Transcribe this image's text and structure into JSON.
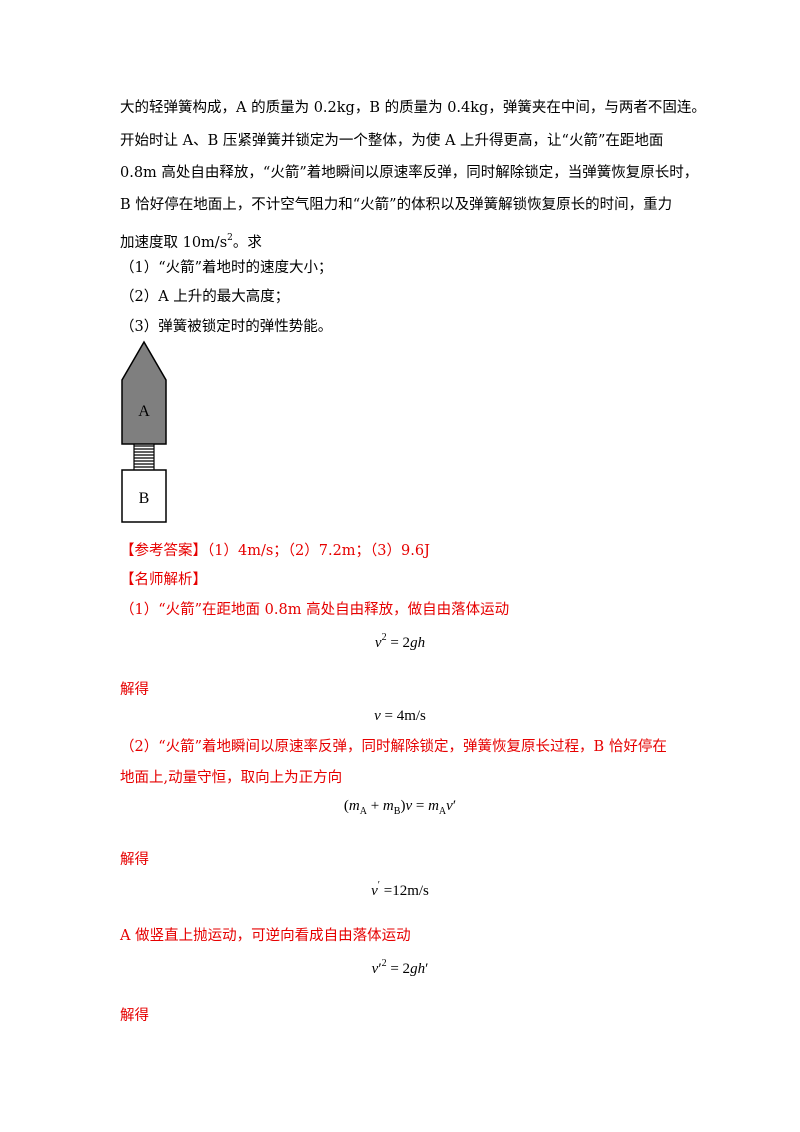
{
  "problem": {
    "lines": [
      "大的轻弹簧构成，A 的质量为 0.2kg，B 的质量为 0.4kg，弹簧夹在中间，与两者不固连。",
      "开始时让 A、B 压紧弹簧并锁定为一个整体，为使 A 上升得更高，让“火箭”在距地面",
      "0.8m 高处自由释放，“火箭”着地瞬间以原速率反弹，同时解除锁定，当弹簧恢复原长时，",
      "B 恰好停在地面上，不计空气阻力和“火箭”的体积以及弹簧解锁恢复原长的时间，重力"
    ],
    "line5_pre": "加速度取 10m/s",
    "line5_sup": "2",
    "line5_post": "。求",
    "q1": "（1）“火箭”着地时的速度大小；",
    "q2": "（2）A 上升的最大高度；",
    "q3": "（3）弹簧被锁定时的弹性势能。"
  },
  "figure": {
    "label_a": "A",
    "label_b": "B"
  },
  "answer": {
    "header": "【参考答案】（1）4m/s；（2）7.2m；（3）9.6J",
    "analysis_header": "【名师解析】",
    "p1": "（1）“火箭”在距地面 0.8m 高处自由释放，做自由落体运动",
    "jiede": "解得",
    "p2_line1": "（2）“火箭”着地瞬间以原速率反弹，同时解除锁定，弹簧恢复原长过程，B 恰好停在",
    "p2_line2": "地面上,动量守恒，取向上为正方向",
    "p3": "A 做竖直上抛运动，可逆向看成自由落体运动"
  },
  "equations": {
    "eq2_rhs": "= 4m/s",
    "eq4_rhs": "=12m/s"
  }
}
